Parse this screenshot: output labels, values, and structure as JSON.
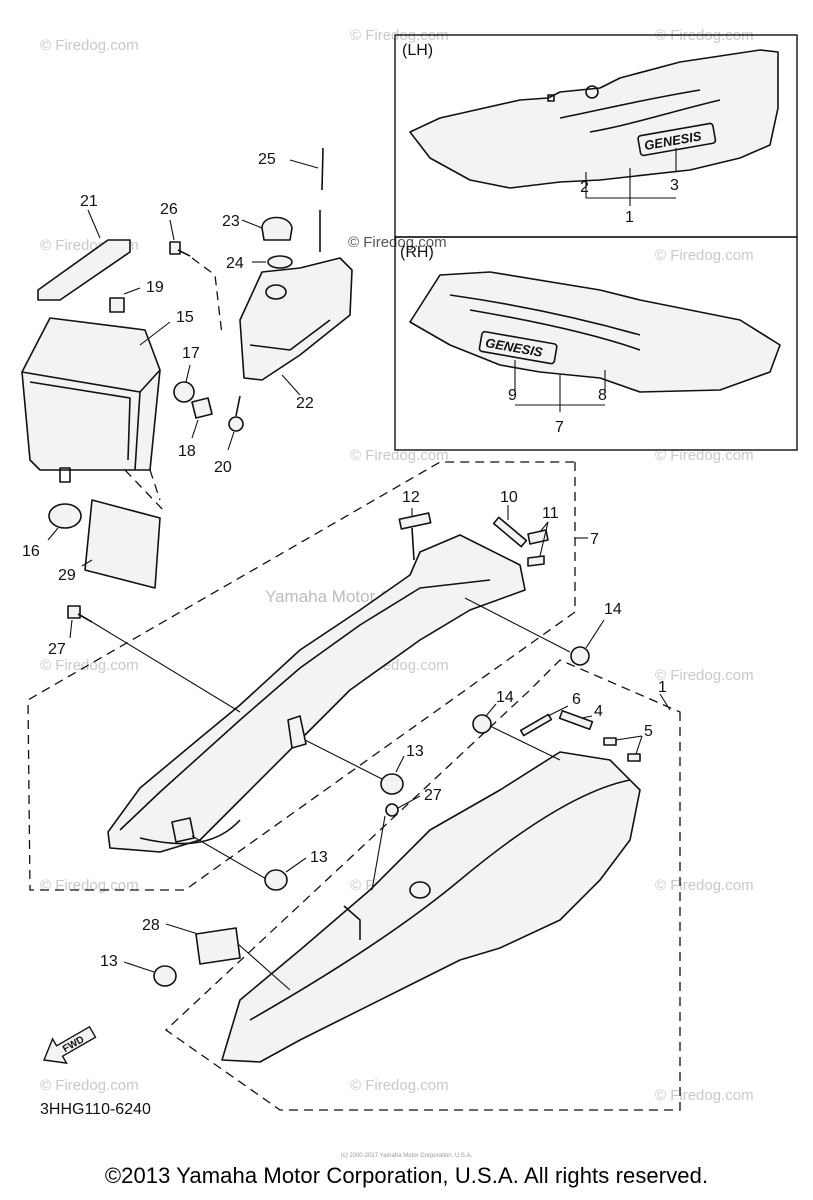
{
  "watermark": {
    "text": "© Firedog.com",
    "center_text": "Yamaha Motor Corp., U.S.A."
  },
  "panels": {
    "lh_label": "(LH)",
    "rh_label": "(RH)",
    "logo_text": "GENESIS"
  },
  "callouts": [
    "1",
    "2",
    "3",
    "4",
    "5",
    "6",
    "7",
    "8",
    "9",
    "10",
    "11",
    "12",
    "13",
    "14",
    "15",
    "16",
    "17",
    "18",
    "19",
    "20",
    "21",
    "22",
    "23",
    "24",
    "25",
    "26",
    "27",
    "28",
    "29"
  ],
  "fwd_label": "FWD",
  "diagram_code": "3HHG110-6240",
  "tiny_credit": "(c) 2000-2017 Yamaha Motor Corporation, U.S.A.",
  "copyright": "©2013 Yamaha Motor Corporation, U.S.A. All rights reserved."
}
